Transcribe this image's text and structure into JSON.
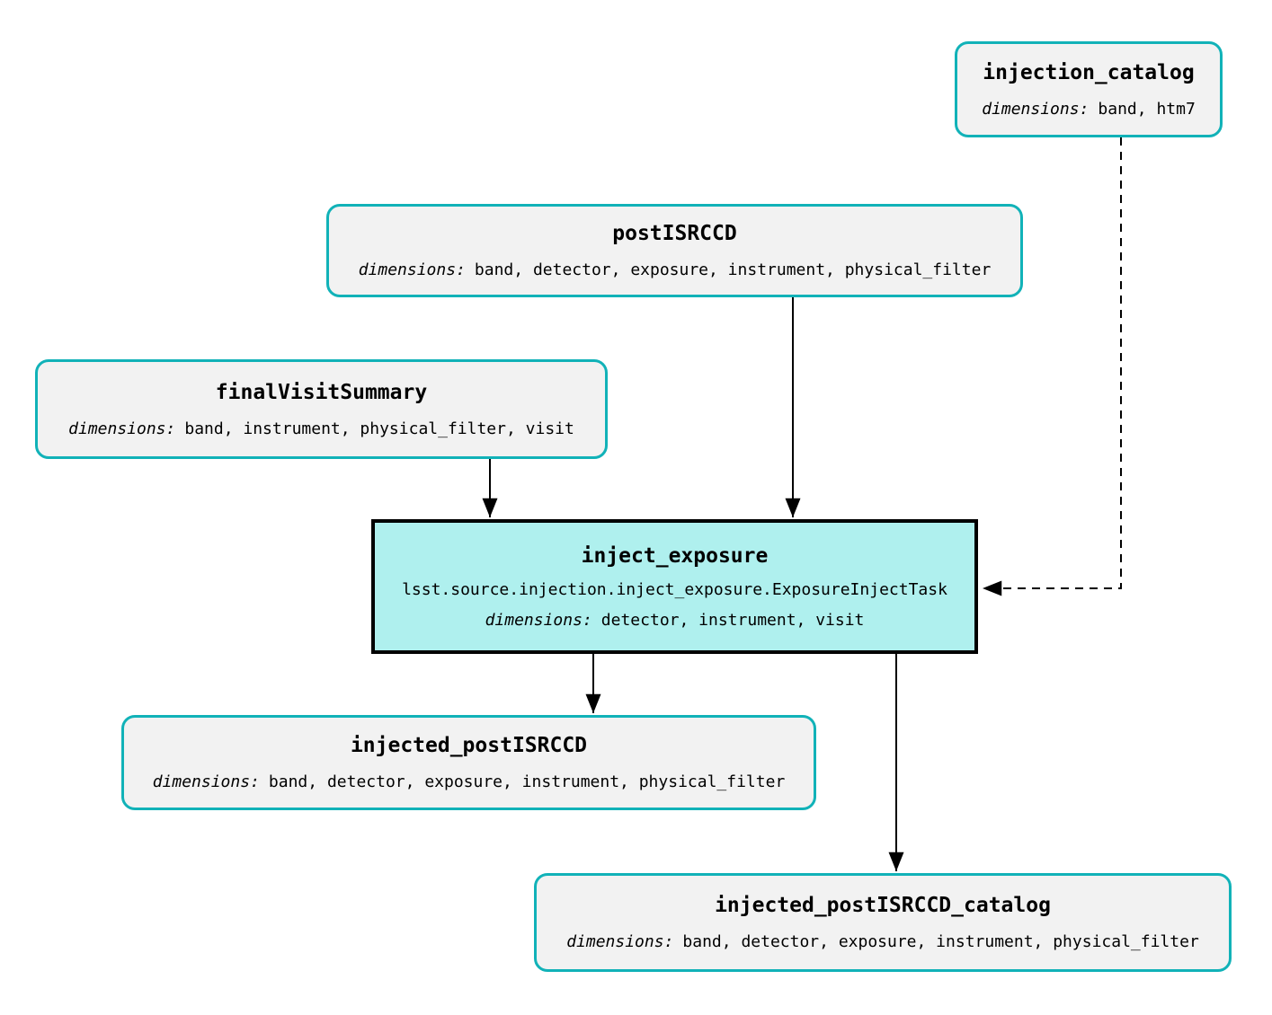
{
  "nodes": {
    "injection_catalog": {
      "title": "injection_catalog",
      "dimensions_label": "dimensions:",
      "dimensions_value": "band, htm7",
      "kind": "dataset"
    },
    "postISRCCD": {
      "title": "postISRCCD",
      "dimensions_label": "dimensions:",
      "dimensions_value": "band, detector, exposure, instrument, physical_filter",
      "kind": "dataset"
    },
    "finalVisitSummary": {
      "title": "finalVisitSummary",
      "dimensions_label": "dimensions:",
      "dimensions_value": "band, instrument, physical_filter, visit",
      "kind": "dataset"
    },
    "inject_exposure": {
      "title": "inject_exposure",
      "task_class": "lsst.source.injection.inject_exposure.ExposureInjectTask",
      "dimensions_label": "dimensions:",
      "dimensions_value": "detector, instrument, visit",
      "kind": "task"
    },
    "injected_postISRCCD": {
      "title": "injected_postISRCCD",
      "dimensions_label": "dimensions:",
      "dimensions_value": "band, detector, exposure, instrument, physical_filter",
      "kind": "dataset"
    },
    "injected_postISRCCD_catalog": {
      "title": "injected_postISRCCD_catalog",
      "dimensions_label": "dimensions:",
      "dimensions_value": "band, detector, exposure, instrument, physical_filter",
      "kind": "dataset"
    }
  },
  "edges": [
    {
      "from": "finalVisitSummary",
      "to": "inject_exposure",
      "style": "solid"
    },
    {
      "from": "postISRCCD",
      "to": "inject_exposure",
      "style": "solid"
    },
    {
      "from": "injection_catalog",
      "to": "inject_exposure",
      "style": "dashed"
    },
    {
      "from": "inject_exposure",
      "to": "injected_postISRCCD",
      "style": "solid"
    },
    {
      "from": "inject_exposure",
      "to": "injected_postISRCCD_catalog",
      "style": "solid"
    }
  ],
  "colors": {
    "dataset_border": "#11b2b8",
    "dataset_fill": "#f2f2f2",
    "task_fill": "#aff0ee",
    "task_border": "#000000",
    "edge_color": "#000000",
    "text_color": "#000000",
    "background": "#ffffff"
  }
}
